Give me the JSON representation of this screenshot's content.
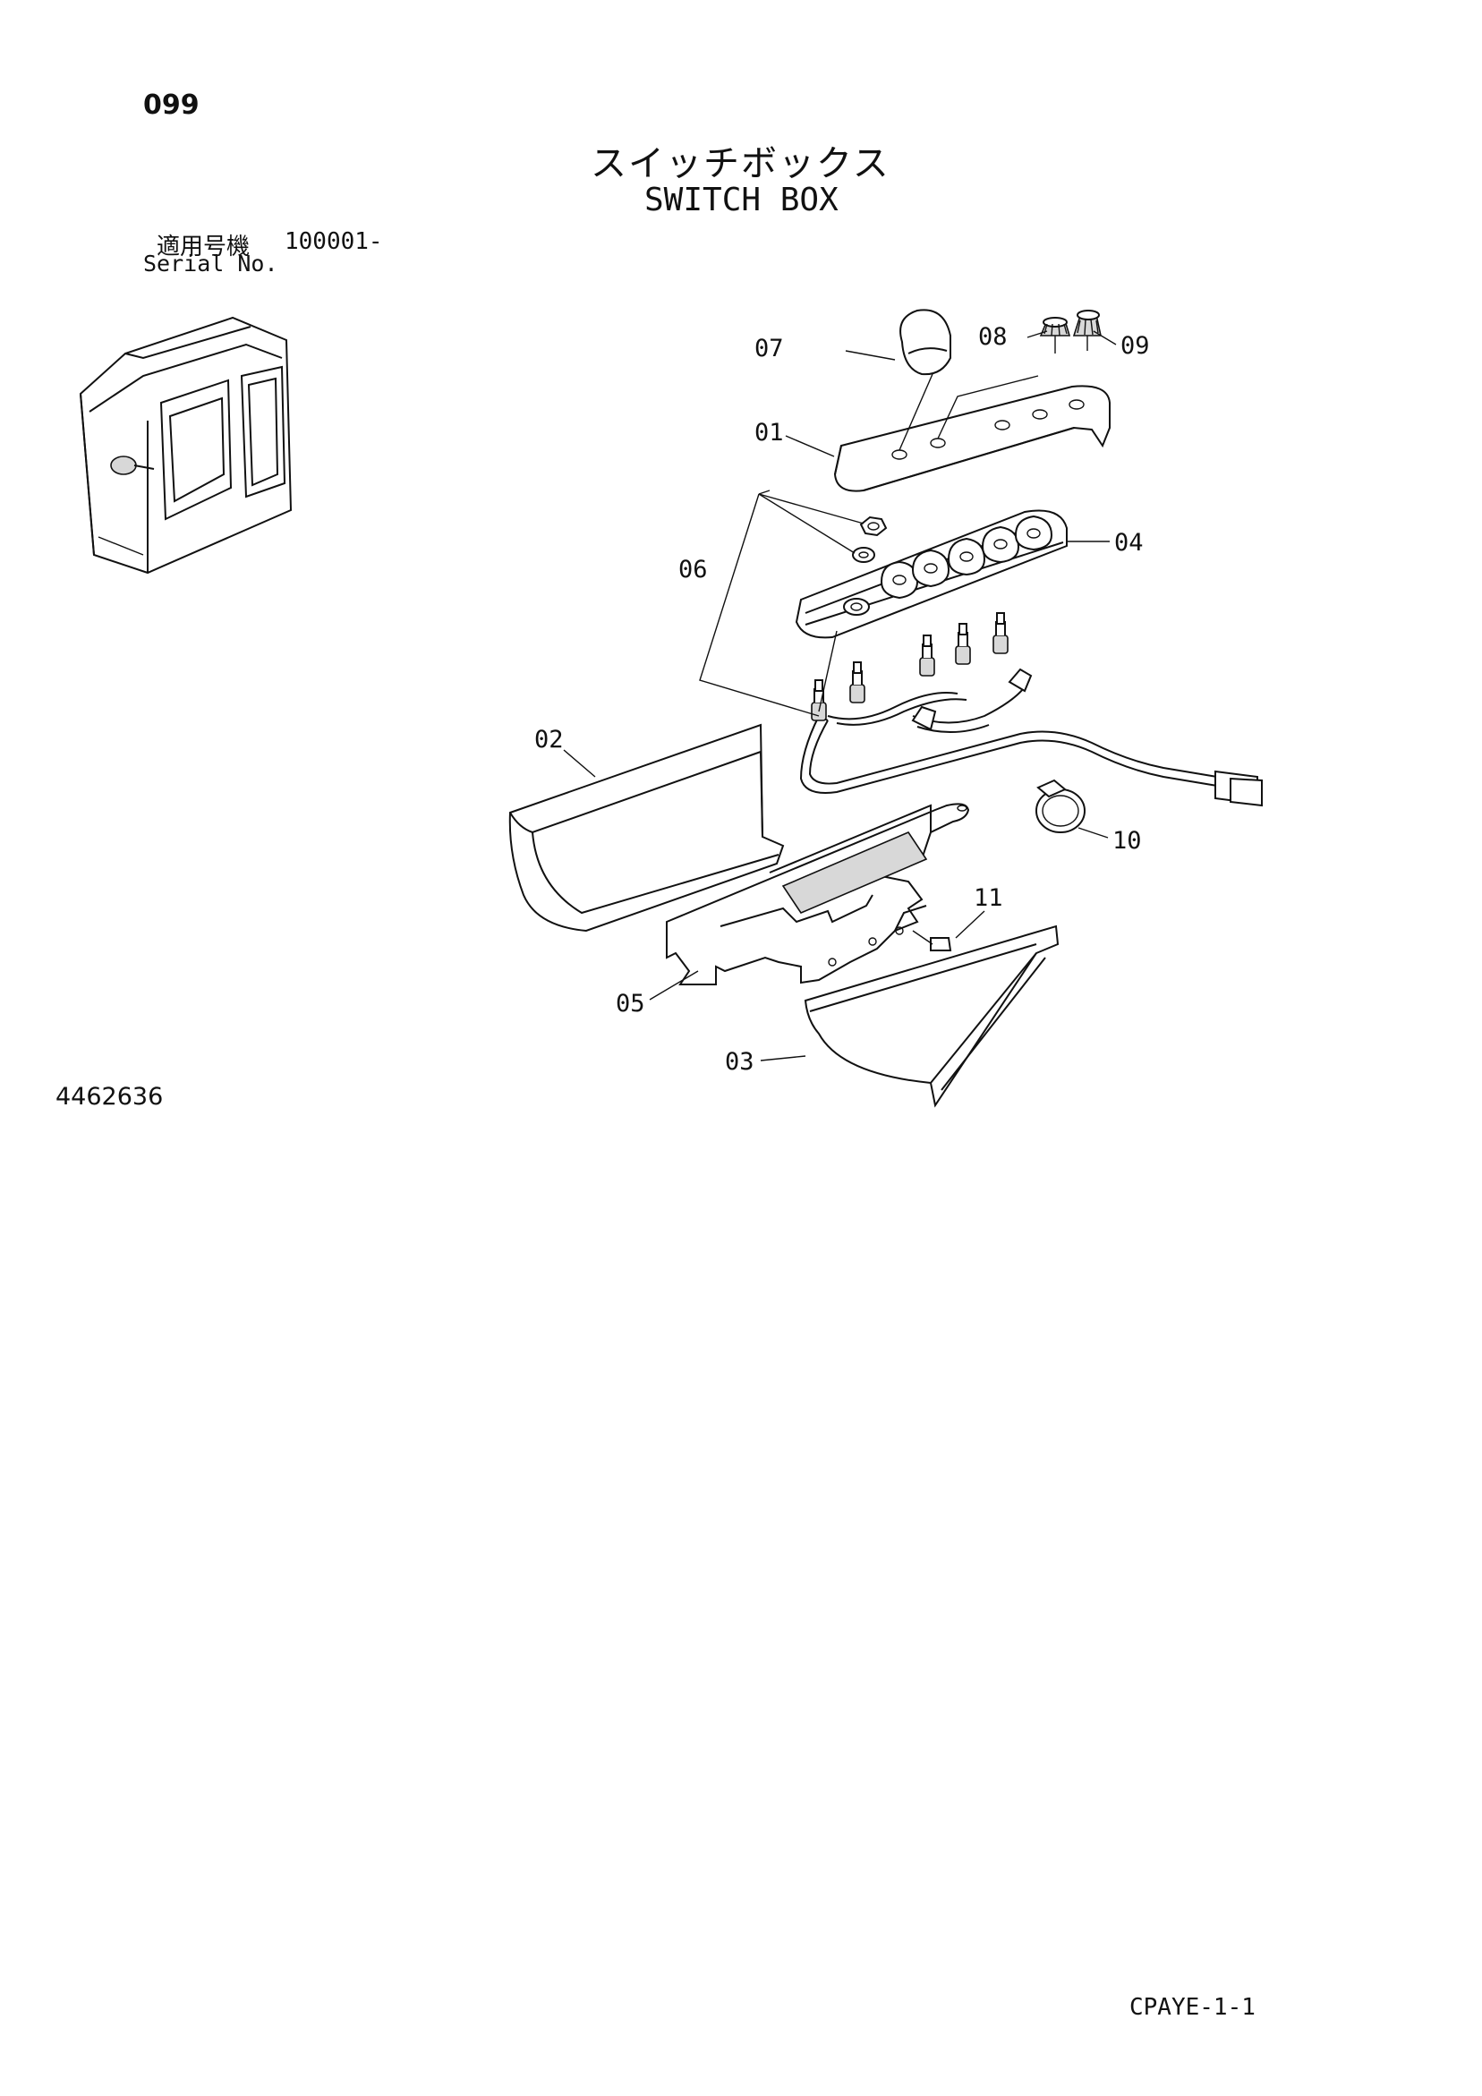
{
  "header": {
    "page_number": "099",
    "title_ja": "スイッチボックス",
    "title_en": "SWITCH BOX",
    "serial_label_ja": "適用号機",
    "serial_range": "100001-",
    "serial_label_en": "Serial No."
  },
  "parts": [
    {
      "label": "01"
    },
    {
      "label": "02"
    },
    {
      "label": "03"
    },
    {
      "label": "04"
    },
    {
      "label": "05"
    },
    {
      "label": "06"
    },
    {
      "label": "07"
    },
    {
      "label": "08"
    },
    {
      "label": "09"
    },
    {
      "label": "10"
    },
    {
      "label": "11"
    }
  ],
  "footer": {
    "drawing_number": "4462636",
    "page_code": "CPAYE-1-1"
  }
}
